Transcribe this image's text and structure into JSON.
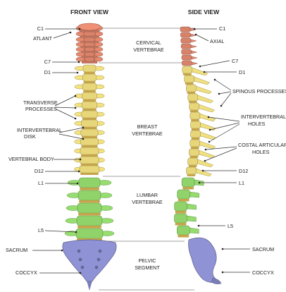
{
  "headers": {
    "front": "FRONT VIEW",
    "side": "SIDE VIEW"
  },
  "regions": {
    "cervical": [
      "CERVICAL",
      "VERTEBRAE"
    ],
    "breast": [
      "BREAST",
      "VERTEBRAE"
    ],
    "lumbar": [
      "LUMBAR",
      "VERTEBRAE"
    ],
    "pelvic": [
      "PELVIC",
      "SEGMENT"
    ]
  },
  "front_labels": {
    "c1": "C1",
    "atlant": "ATLANT",
    "c7": "C7",
    "d1": "D1",
    "transverse": [
      "TRANSVERSE",
      "PROCESSES"
    ],
    "disk": [
      "INTERVERTEBRAL",
      "DISK"
    ],
    "body": "VERTEBRAL BODY",
    "d12": "D12",
    "l1": "L1",
    "l5": "L5",
    "sacrum": "SACRUM",
    "coccyx": "COCCYX"
  },
  "side_labels": {
    "c1": "C1",
    "axial": "AXIAL",
    "c7": "C7",
    "d1": "D1",
    "spinous": "SPINOUS PROCESSES",
    "holes": [
      "INTERVERTEBRAL",
      "HOLES"
    ],
    "costal": [
      "COSTAL ARTICULAR",
      "HOLES"
    ],
    "d12": "D12",
    "l1": "L1",
    "l5": "L5",
    "sacrum": "SACRUM",
    "coccyx": "COCCYX"
  },
  "colors": {
    "cervical": "#d9826a",
    "thoracic": "#e8d77a",
    "lumbar": "#8fd36a",
    "sacral": "#8f93d6",
    "disc": "#c6a44a"
  }
}
